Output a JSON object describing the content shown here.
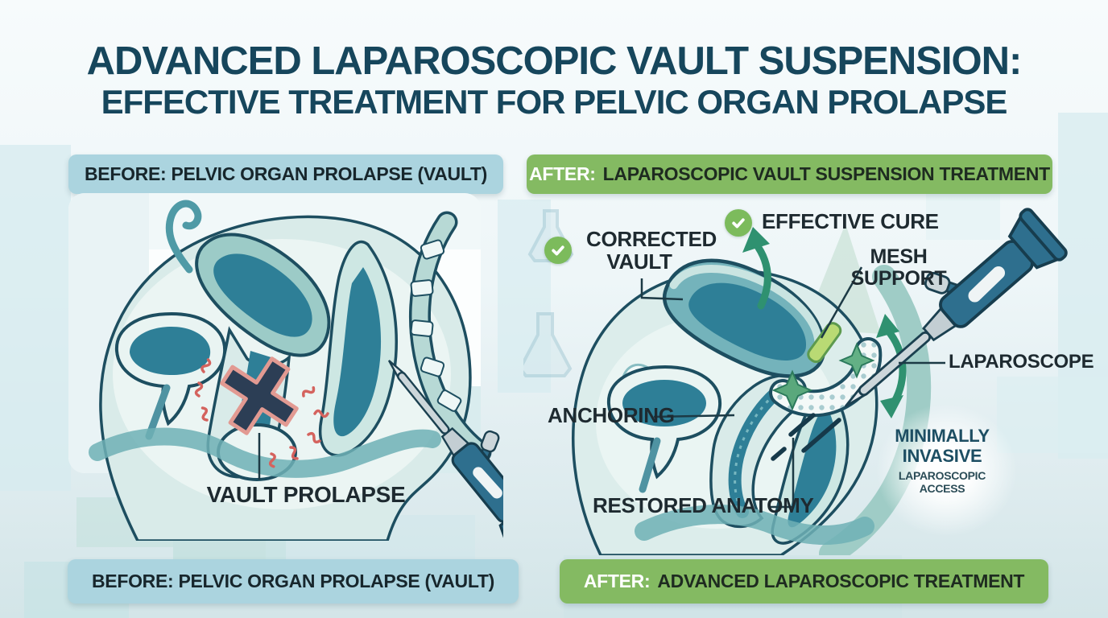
{
  "title": {
    "line1": "ADVANCED LAPAROSCOPIC VAULT SUSPENSION:",
    "line2": "EFFECTIVE TREATMENT FOR PELVIC ORGAN PROLAPSE"
  },
  "panels": {
    "before": {
      "header": "BEFORE: PELVIC ORGAN PROLAPSE (VAULT)",
      "vault_prolapse_label": "VAULT PROLAPSE",
      "footer": "BEFORE: PELVIC ORGAN PROLAPSE (VAULT)"
    },
    "after": {
      "header_prefix": "AFTER:",
      "header_rest": "LAPAROSCOPIC VAULT SUSPENSION TREATMENT",
      "labels": {
        "corrected_vault": "CORRECTED VAULT",
        "effective_cure": "EFFECTIVE CURE",
        "mesh_support": "MESH SUPPORT",
        "anchoring": "ANCHORING",
        "restored_anatomy": "RESTORED ANATOMY",
        "laparoscope": "LAPAROSCOPE",
        "minimally_invasive": "MINIMALLY INVASIVE",
        "laparoscopic_access": "LAPAROSCOPIC ACCESS"
      },
      "footer_prefix": "AFTER:",
      "footer_rest": "ADVANCED LAPAROSCOPIC TREATMENT"
    }
  },
  "colors": {
    "title_text": "#16465c",
    "banner_blue": "#abd4df",
    "banner_green": "#84ba62",
    "check_green": "#7cbb5c",
    "arrow_green": "#2f9170",
    "alert_red": "#d4635e",
    "x_mark": "#2c3e55",
    "x_mark_outline": "#e29a92",
    "organ_dark_teal": "#2e7f97",
    "organ_mid_teal": "#74b3bb",
    "outline_navy": "#1d4e60"
  }
}
